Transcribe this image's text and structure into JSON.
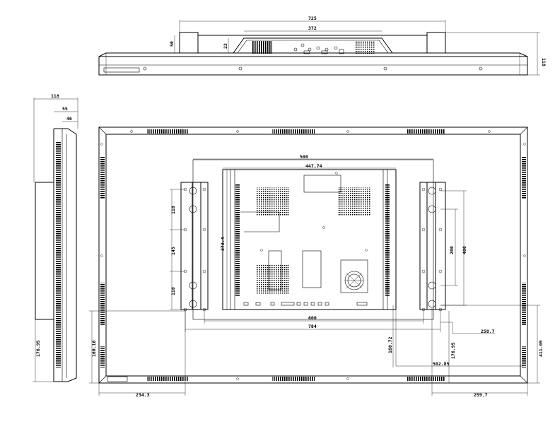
{
  "top_view": {
    "width_label": "725",
    "inner_label": "372",
    "stand_height_label": "50",
    "inner_height_label": "23",
    "depth_label": "118"
  },
  "side_view": {
    "depth_label": "118",
    "mid_label": "55",
    "inner_label": "46",
    "bottom_label": "176.95"
  },
  "rear_view": {
    "bracket_width_label": "500",
    "board_width_label": "447.74",
    "board_height_label": "373.4",
    "hole_spacing_1": "110",
    "hole_spacing_2": "145",
    "hole_spacing_3": "110",
    "right_spacing_1": "200",
    "right_spacing_2": "400",
    "vesa_width_label": "600",
    "frame_inner_width_label": "784",
    "left_offset_label": "234.3",
    "right_offset_label": "259.7",
    "left_height_label": "160.16",
    "center_height_label": "160.72",
    "right_height_label": "176.95",
    "far_right_height_label": "411.09",
    "r1_label": "258.7",
    "r2_label": "502.85"
  }
}
